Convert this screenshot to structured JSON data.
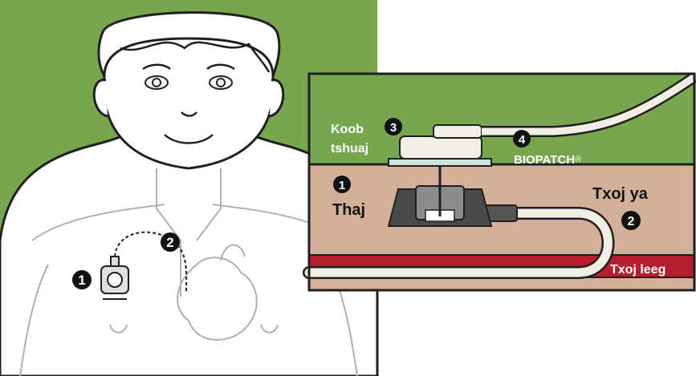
{
  "colors": {
    "background_green": "#78a64f",
    "skin_tan": "#d4b09b",
    "vein_red": "#b51f2d",
    "outline": "#1f1f1f",
    "body_fill": "#ffffff",
    "callout_number_bg": "#111111"
  },
  "main_figure": {
    "markers": [
      {
        "number": "1"
      },
      {
        "number": "2"
      }
    ]
  },
  "inset": {
    "labels": {
      "port_number": "1",
      "port": "Thaj",
      "catheter_number": "2",
      "catheter": "Txoj ya",
      "dressing_number": "3",
      "dressing_line1": "Koob",
      "dressing_line2": "tshuaj",
      "biopatch_number": "4",
      "biopatch": "BIOPATCH",
      "biopatch_mark": "®",
      "vein": "Txoj leeg"
    }
  }
}
